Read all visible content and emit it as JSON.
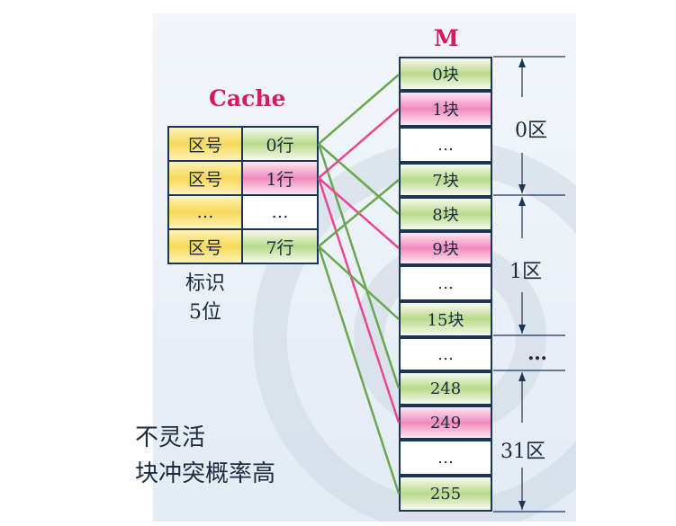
{
  "cache": {
    "title": "Cache",
    "rows": [
      {
        "tag": "区号",
        "line": "0行",
        "line_color": "green"
      },
      {
        "tag": "区号",
        "line": "1行",
        "line_color": "pink"
      },
      {
        "tag": "…",
        "line": "…",
        "line_color": "white"
      },
      {
        "tag": "区号",
        "line": "7行",
        "line_color": "green"
      }
    ],
    "tag_label_line1": "标识",
    "tag_label_line2": "5位"
  },
  "memory": {
    "title": "M",
    "blocks": [
      {
        "label": "0块",
        "color": "green"
      },
      {
        "label": "1块",
        "color": "pink"
      },
      {
        "label": "…",
        "color": "white"
      },
      {
        "label": "7块",
        "color": "green"
      },
      {
        "label": "8块",
        "color": "green"
      },
      {
        "label": "9块",
        "color": "pink"
      },
      {
        "label": "…",
        "color": "white"
      },
      {
        "label": "15块",
        "color": "green"
      },
      {
        "label": "…",
        "color": "white"
      },
      {
        "label": "248",
        "color": "green"
      },
      {
        "label": "249",
        "color": "pink"
      },
      {
        "label": "…",
        "color": "white"
      },
      {
        "label": "255",
        "color": "green"
      }
    ],
    "regions": [
      {
        "label": "0区"
      },
      {
        "label": "1区"
      },
      {
        "label": "…"
      },
      {
        "label": "31区"
      }
    ]
  },
  "bottom_text": {
    "line1": "不灵活",
    "line2": "块冲突概率高"
  },
  "colors": {
    "green_line": "#6aa84f",
    "pink_line": "#e8488f",
    "border": "#1b3557",
    "title": "#d81b60"
  }
}
